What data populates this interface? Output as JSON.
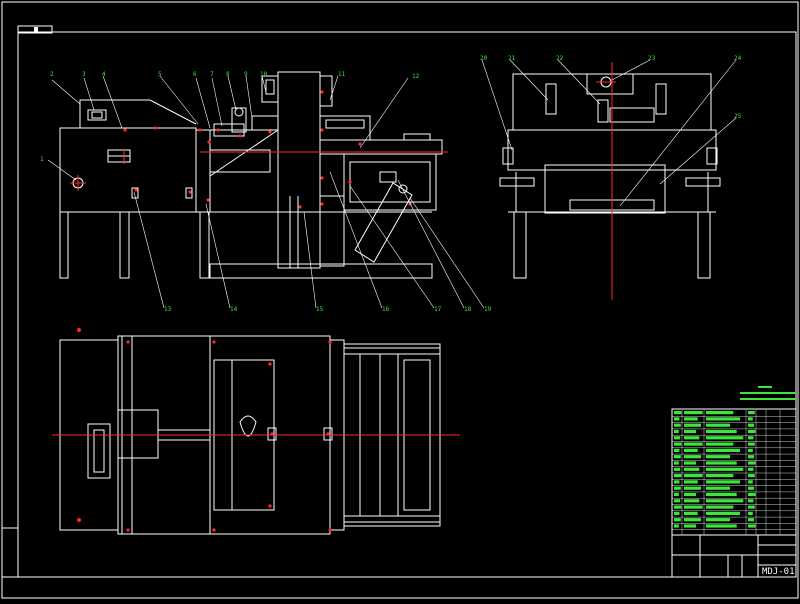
{
  "drawing": {
    "drawing_number": "MDJ-01",
    "colors": {
      "background": "#000000",
      "geometry": "#ffffff",
      "centerline": "#ff2a2a",
      "annotation": "#39e639"
    }
  },
  "balloons": {
    "front": [
      "1",
      "2",
      "3",
      "4",
      "5",
      "6",
      "7",
      "8",
      "9",
      "10",
      "11",
      "12",
      "13",
      "14",
      "15",
      "16",
      "17",
      "18",
      "19"
    ],
    "side": [
      "20",
      "21",
      "22",
      "23",
      "24",
      "25"
    ]
  }
}
